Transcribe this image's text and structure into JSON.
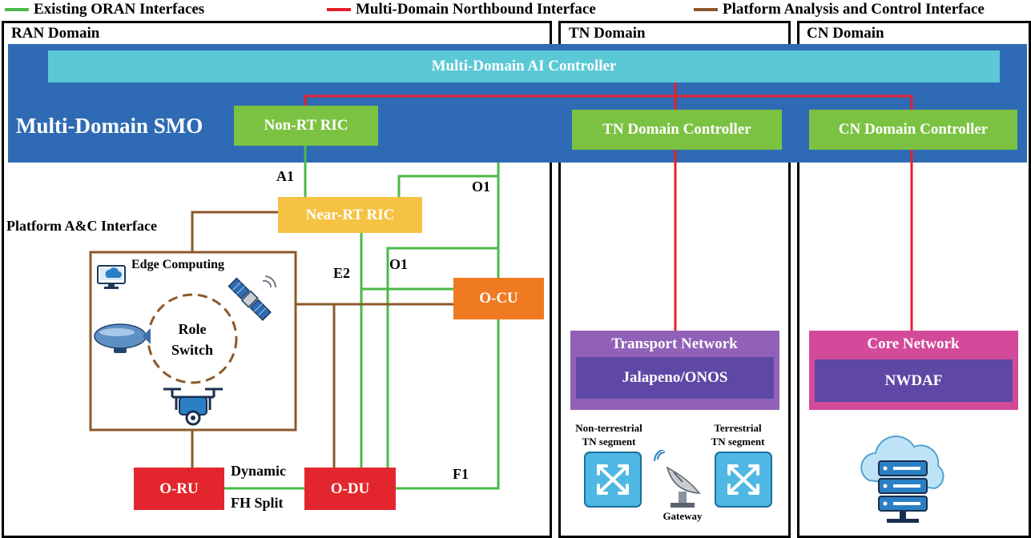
{
  "legend": {
    "oran": "Existing ORAN Interfaces",
    "northbound": "Multi-Domain Northbound Interface",
    "platform": "Platform Analysis and Control Interface"
  },
  "colors": {
    "oran": "#4bb949",
    "northbound": "#e4202b",
    "platform": "#8b5a2b",
    "smo": "#2f6bb4",
    "ai_controller": "#5bc8d6",
    "green_box": "#7cc242",
    "near_rt": "#f6c244",
    "ocu": "#f07a21",
    "red_box": "#e3262d",
    "transport": "#9061b6",
    "inner_purple": "#5f48a5",
    "core": "#d44a9a"
  },
  "domains": {
    "ran": "RAN Domain",
    "tn": "TN Domain",
    "cn": "CN Domain"
  },
  "smo": {
    "title": "Multi-Domain SMO",
    "ai_controller": "Multi-Domain AI Controller",
    "non_rt_ric": "Non-RT RIC",
    "tn_controller": "TN Domain Controller",
    "cn_controller": "CN Domain Controller"
  },
  "ran": {
    "near_rt_ric": "Near-RT RIC",
    "ocu": "O-CU",
    "odu": "O-DU",
    "oru": "O-RU",
    "edge_computing": "Edge Computing",
    "role_switch_line1": "Role",
    "role_switch_line2": "Switch",
    "platform_ac": "Platform A&C Interface",
    "a1": "A1",
    "o1_top": "O1",
    "o1_mid": "O1",
    "e2": "E2",
    "f1": "F1",
    "dynamic": "Dynamic",
    "fh_split": "FH Split"
  },
  "tn": {
    "transport_network": "Transport Network",
    "jalapeno": "Jalapeno/ONOS",
    "non_terrestrial_line1": "Non-terrestrial",
    "non_terrestrial_line2": "TN segment",
    "terrestrial_line1": "Terrestrial",
    "terrestrial_line2": "TN segment",
    "gateway": "Gateway"
  },
  "cn": {
    "core_network": "Core Network",
    "nwdaf": "NWDAF"
  },
  "icons": [
    "computer-cloud-icon",
    "satellite-icon",
    "airship-icon",
    "drone-icon",
    "switch-icon",
    "satellite-dish-icon",
    "cloud-server-icon"
  ]
}
